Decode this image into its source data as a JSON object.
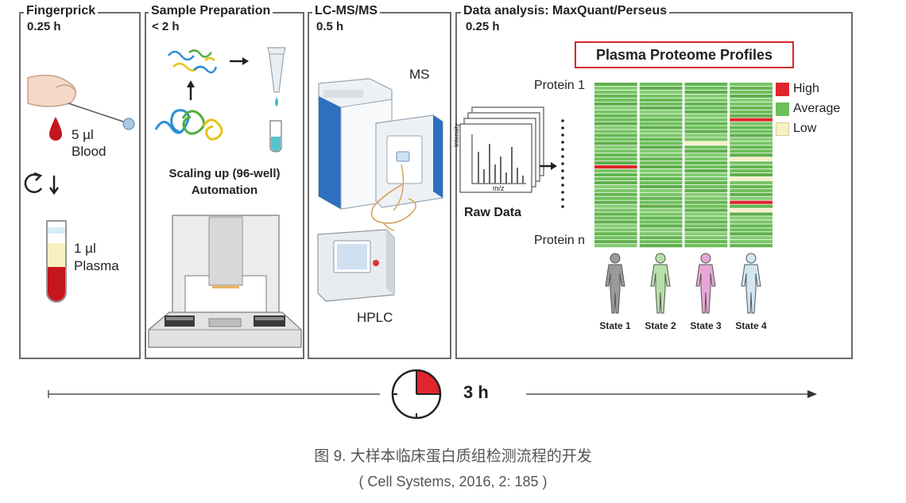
{
  "panels": {
    "fingerprick": {
      "title": "Fingerprick",
      "time": "0.25 h",
      "blood_volume": "5 µl",
      "blood_label": "Blood",
      "plasma_volume": "1 µl",
      "plasma_label": "Plasma"
    },
    "sample_prep": {
      "title": "Sample Preparation",
      "time": "< 2 h",
      "scaling_line1": "Scaling up (96-well)",
      "scaling_line2": "Automation"
    },
    "lcms": {
      "title": "LC-MS/MS",
      "time": "0.5 h",
      "ms_label": "MS",
      "hplc_label": "HPLC"
    },
    "analysis": {
      "title": "Data analysis: MaxQuant/Perseus",
      "time": "0.25 h",
      "profiles_title": "Plasma Proteome Profiles",
      "raw_data_label": "Raw Data",
      "spectrum_ylabel": "Intensity",
      "spectrum_xlabel": "m/z",
      "protein_first": "Protein 1",
      "protein_last": "Protein n",
      "legend": [
        {
          "label": "High",
          "color": "#e0262c"
        },
        {
          "label": "Average",
          "color": "#6cbf5a"
        },
        {
          "label": "Low",
          "color": "#f6f0c4"
        }
      ],
      "states": [
        {
          "label": "State 1",
          "color": "#9a9a9a"
        },
        {
          "label": "State 2",
          "color": "#b6e0a8"
        },
        {
          "label": "State 3",
          "color": "#e8a6d6"
        },
        {
          "label": "State 4",
          "color": "#d2e6f4"
        }
      ]
    }
  },
  "timeline": {
    "total": "3 h",
    "clock_fraction": 0.25,
    "accent": "#e0262c"
  },
  "caption": {
    "line1": "图 9. 大样本临床蛋白质组检测流程的开发",
    "line2": "( Cell Systems, 2016, 2: 185 )"
  }
}
